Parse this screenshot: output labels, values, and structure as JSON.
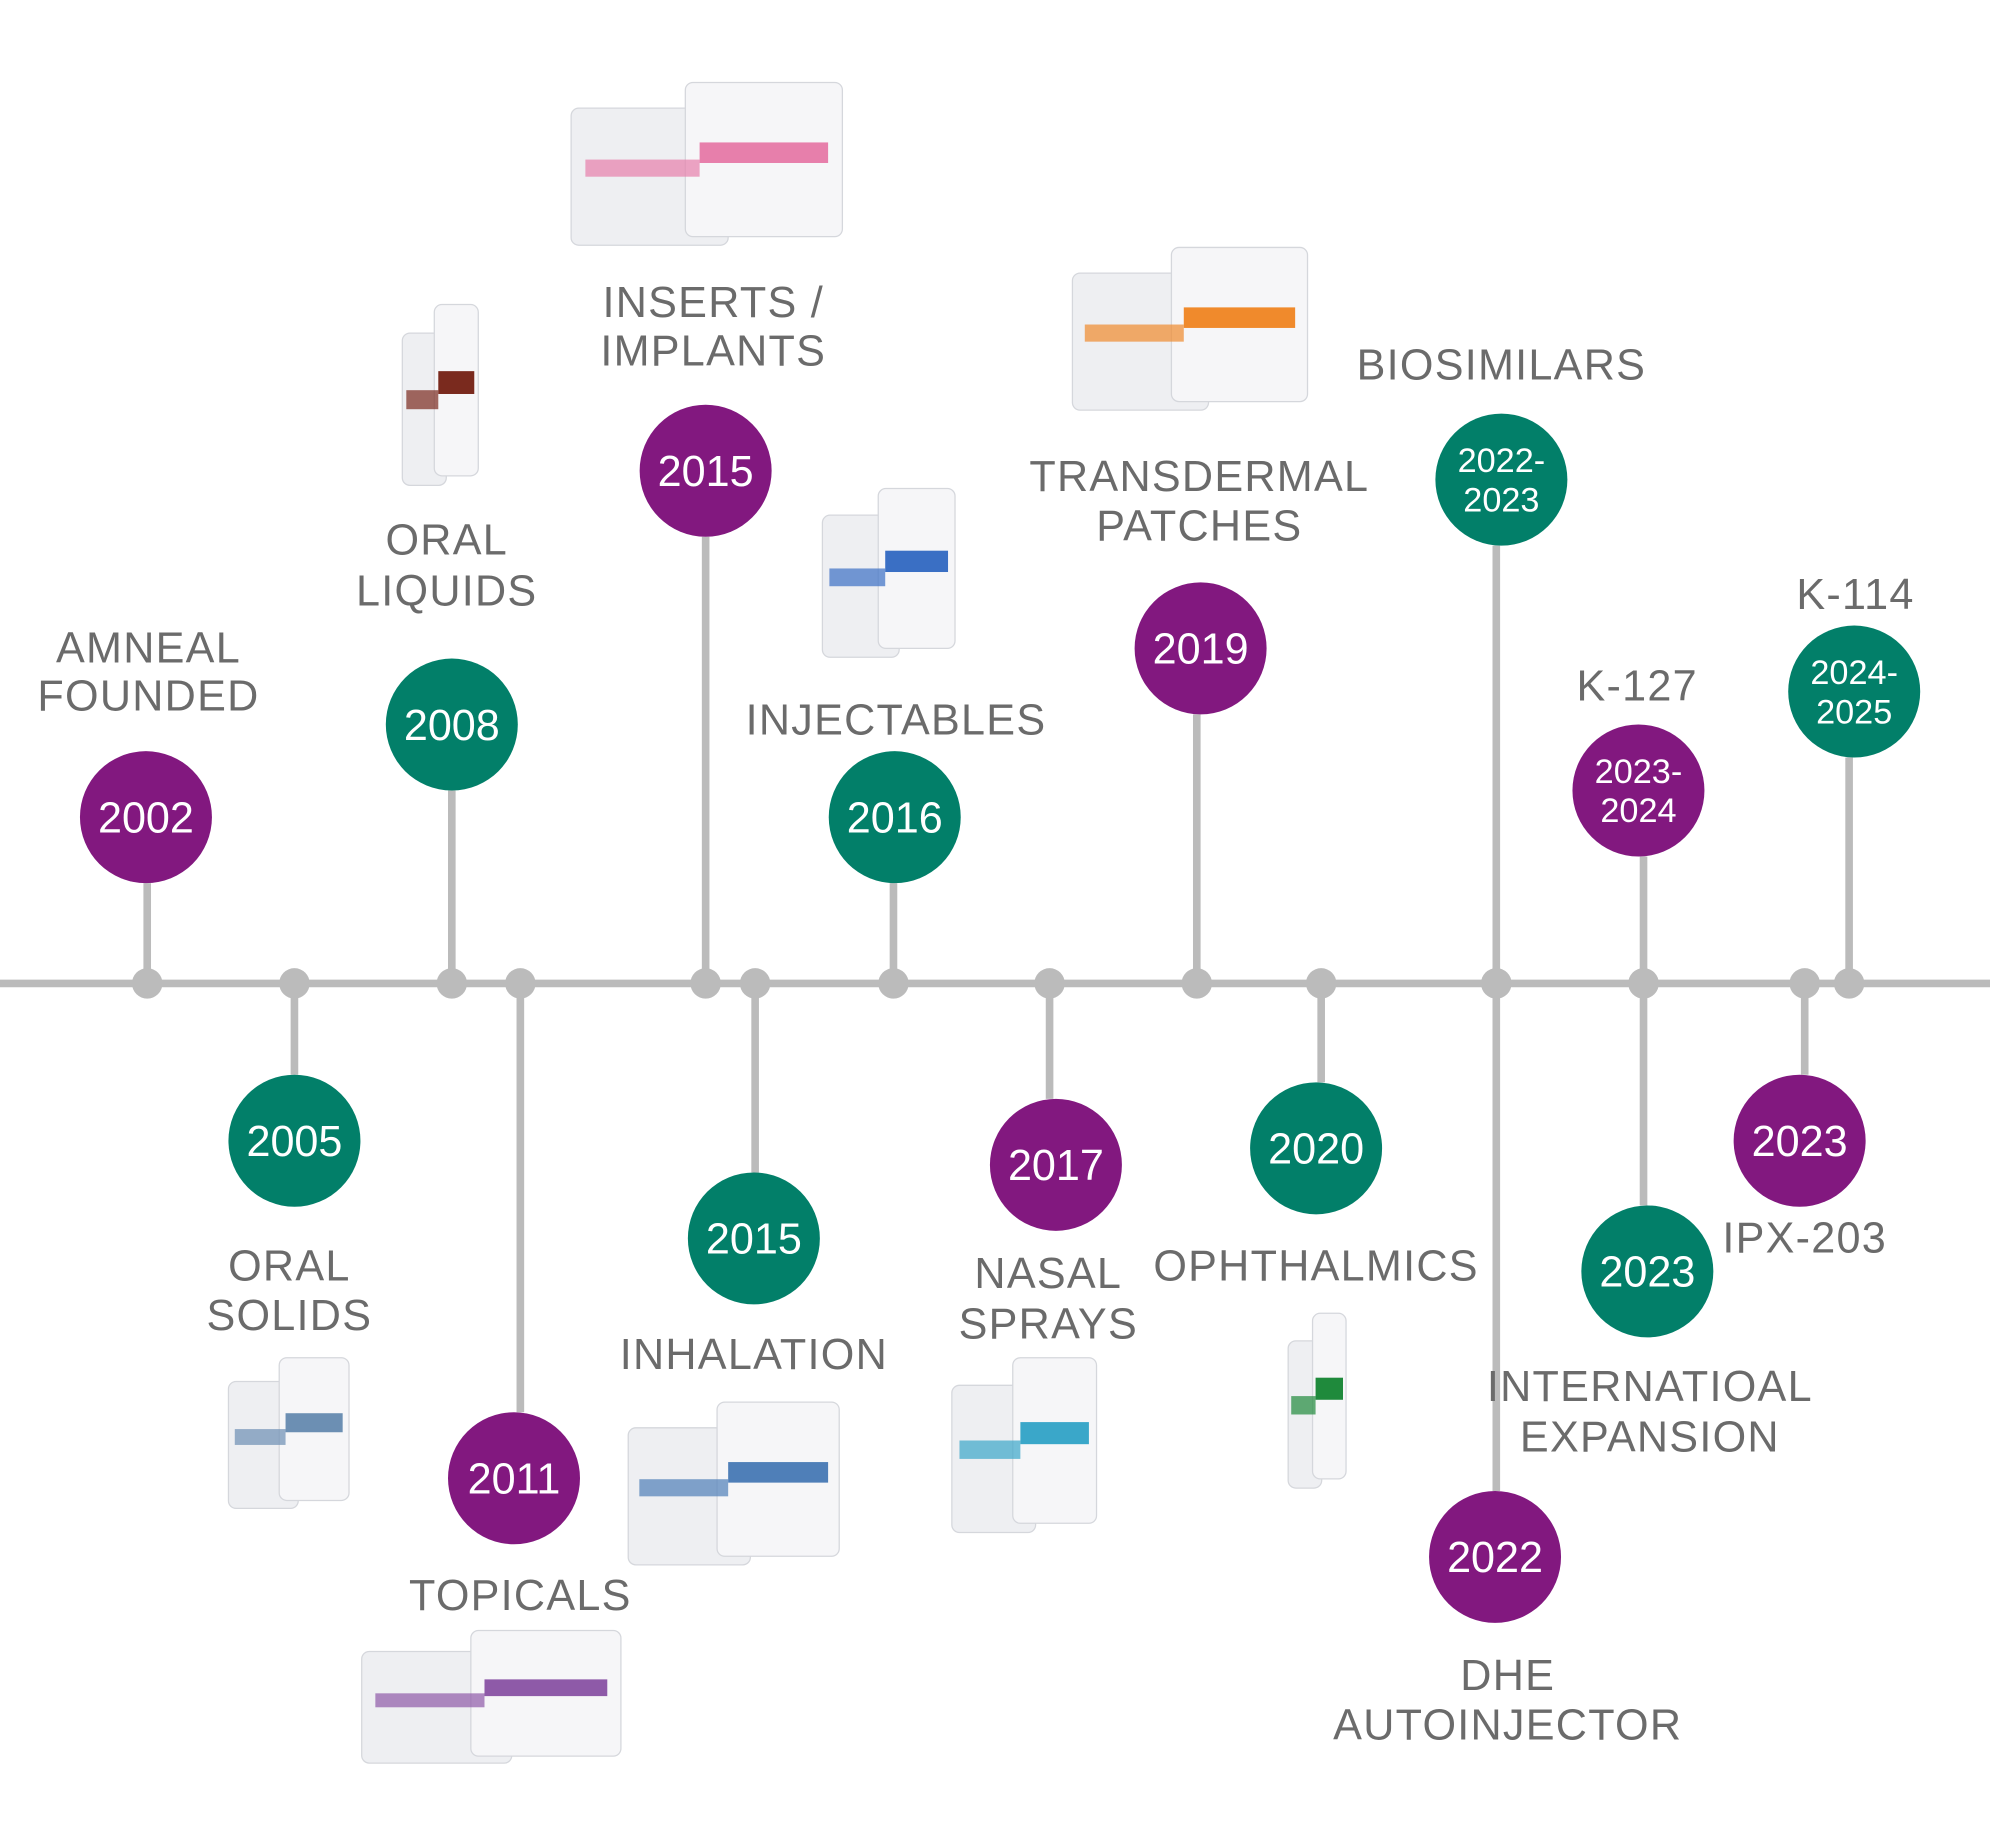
{
  "colors": {
    "purple": "#82187f",
    "green": "#027f69",
    "line": "#bbbbbb",
    "label": "#6b6b6b"
  },
  "milestones": [
    {
      "year": [
        "2002"
      ],
      "label": [
        "AMNEAL",
        "FOUNDED"
      ],
      "color": "purple"
    },
    {
      "year": [
        "2005"
      ],
      "label": [
        "ORAL",
        "SOLIDS"
      ],
      "color": "green",
      "image": "pill-bottles"
    },
    {
      "year": [
        "2008"
      ],
      "label": [
        "ORAL",
        "LIQUIDS"
      ],
      "color": "green",
      "image": "syrup-bottle"
    },
    {
      "year": [
        "2011"
      ],
      "label": [
        "TOPICALS"
      ],
      "color": "purple",
      "image": "topical-products"
    },
    {
      "year": [
        "2015"
      ],
      "label": [
        "INSERTS /",
        "IMPLANTS"
      ],
      "color": "purple",
      "image": "insert-packs"
    },
    {
      "year": [
        "2015"
      ],
      "label": [
        "INHALATION"
      ],
      "color": "green",
      "image": "inhalation-box"
    },
    {
      "year": [
        "2016"
      ],
      "label": [
        "INJECTABLES"
      ],
      "color": "green",
      "image": "vials"
    },
    {
      "year": [
        "2017"
      ],
      "label": [
        "NASAL",
        "SPRAYS"
      ],
      "color": "purple",
      "image": "nasal-spray"
    },
    {
      "year": [
        "2019"
      ],
      "label": [
        "TRANSDERMAL",
        "PATCHES"
      ],
      "color": "purple",
      "image": "patch-box"
    },
    {
      "year": [
        "2020"
      ],
      "label": [
        "OPHTHALMICS"
      ],
      "color": "green",
      "image": "eye-dropper"
    },
    {
      "year": [
        "2022-",
        "2023"
      ],
      "label": [
        "BIOSIMILARS"
      ],
      "color": "green"
    },
    {
      "year": [
        "2022"
      ],
      "label": [
        "DHE",
        "AUTOINJECTOR"
      ],
      "color": "purple"
    },
    {
      "year": [
        "2023-",
        "2024"
      ],
      "label": [
        "K-127"
      ],
      "color": "purple"
    },
    {
      "year": [
        "2023"
      ],
      "label": [
        "INTERNATIOAL",
        "EXPANSION"
      ],
      "color": "green"
    },
    {
      "year": [
        "2024-",
        "2025"
      ],
      "label": [
        "K-114"
      ],
      "color": "green"
    },
    {
      "year": [
        "2023"
      ],
      "label": [
        "IPX-203"
      ],
      "color": "purple"
    }
  ]
}
